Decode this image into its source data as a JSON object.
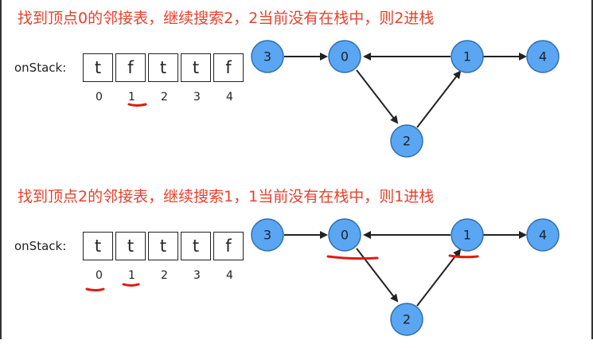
{
  "panels": [
    {
      "title": "找到顶点0的邻接表，继续搜索2，2当前没有在栈中，则2进栈",
      "stack_label": "onStack:",
      "cells": [
        "t",
        "f",
        "t",
        "t",
        "f"
      ],
      "indices": [
        "0",
        "1",
        "2",
        "3",
        "4"
      ],
      "nodes": [
        "3",
        "0",
        "1",
        "4",
        "2"
      ]
    },
    {
      "title": "找到顶点2的邻接表，继续搜索1，1当前没有在栈中，则1进栈",
      "stack_label": "onStack:",
      "cells": [
        "t",
        "t",
        "t",
        "t",
        "f"
      ],
      "indices": [
        "0",
        "1",
        "2",
        "3",
        "4"
      ],
      "nodes": [
        "3",
        "0",
        "1",
        "4",
        "2"
      ]
    }
  ],
  "colors": {
    "node_fill": "#5aa6f2",
    "node_stroke": "#2f6fae",
    "title": "#e8412c",
    "highlight": "#e01a12"
  }
}
